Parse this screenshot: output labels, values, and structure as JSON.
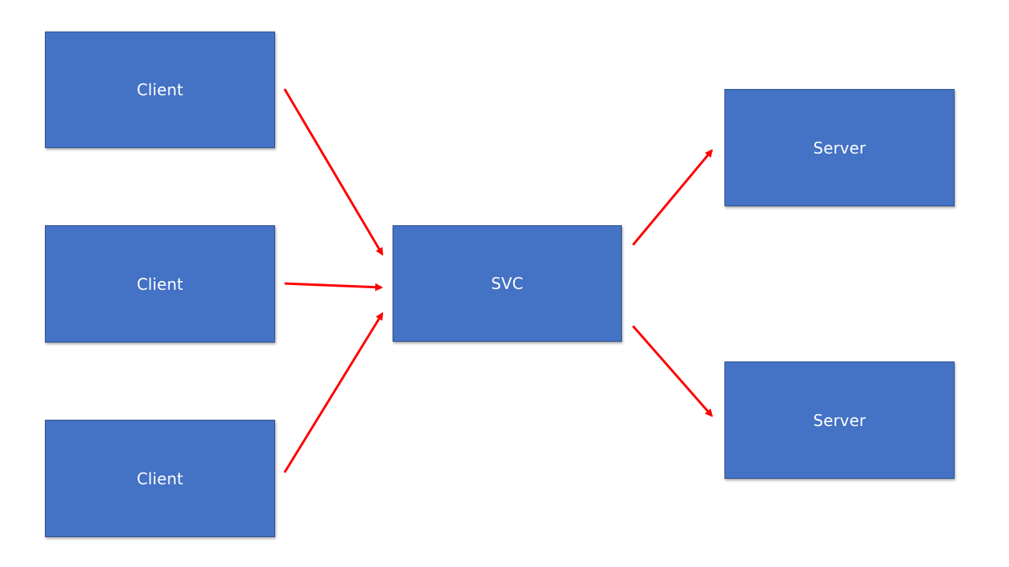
{
  "colors": {
    "node_fill": "#4472c4",
    "node_border": "#2f528f",
    "node_text": "#ffffff",
    "arrow": "#ff0000",
    "background": "#ffffff"
  },
  "nodes": {
    "client_1": {
      "label": "Client"
    },
    "client_2": {
      "label": "Client"
    },
    "client_3": {
      "label": "Client"
    },
    "svc": {
      "label": "SVC"
    },
    "server_1": {
      "label": "Server"
    },
    "server_2": {
      "label": "Server"
    }
  },
  "edges": [
    {
      "from": "client_1",
      "to": "svc"
    },
    {
      "from": "client_2",
      "to": "svc"
    },
    {
      "from": "client_3",
      "to": "svc"
    },
    {
      "from": "svc",
      "to": "server_1"
    },
    {
      "from": "svc",
      "to": "server_2"
    }
  ]
}
